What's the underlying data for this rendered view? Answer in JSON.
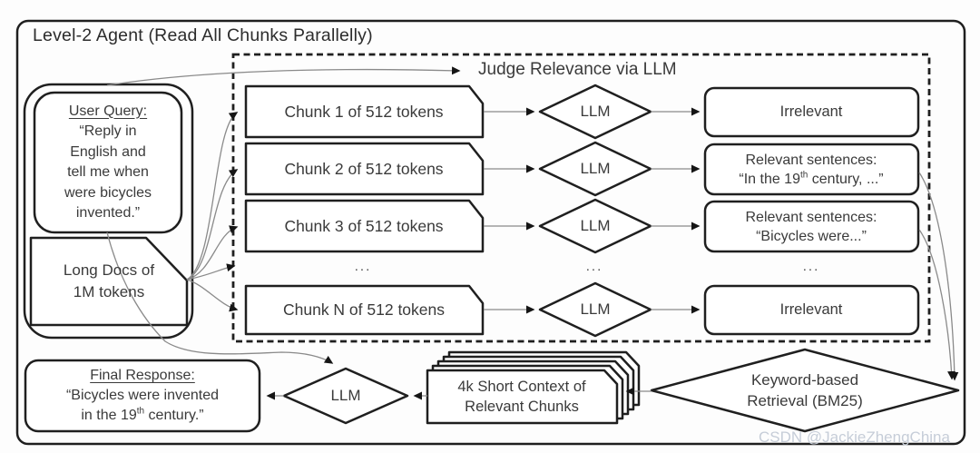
{
  "title": "Level-2 Agent (Read All Chunks Parallelly)",
  "user_query": {
    "heading": "User Query:",
    "line1": "“Reply in",
    "line2": "English and",
    "line3": "tell me when",
    "line4": "were bicycles",
    "line5": "invented.”"
  },
  "long_docs": {
    "line1": "Long Docs of",
    "line2": "1M tokens"
  },
  "judge_label": "Judge Relevance via LLM",
  "llm_label": "LLM",
  "ellipsis": "...",
  "chunks": {
    "c1": "Chunk 1 of 512 tokens",
    "c2": "Chunk 2 of 512 tokens",
    "c3": "Chunk 3 of 512 tokens",
    "cn": "Chunk N of 512 tokens"
  },
  "results": {
    "r1": "Irrelevant",
    "r2_line1": "Relevant sentences:",
    "r2_pre": "“In the 19",
    "r2_sup": "th",
    "r2_post": " century, ...”",
    "r3_line1": "Relevant sentences:",
    "r3_line2": "“Bicycles were...”",
    "rn": "Irrelevant"
  },
  "final_response": {
    "heading": "Final Response:",
    "line1": "“Bicycles were invented",
    "line2_pre": "in the 19",
    "line2_sup": "th",
    "line2_post": " century.”"
  },
  "context_stack": {
    "line1": "4k Short Context of",
    "line2": "Relevant Chunks"
  },
  "retrieval": {
    "line1": "Keyword-based",
    "line2": "Retrieval (BM25)"
  },
  "watermark": "CSDN @JackieZhengChina",
  "colors": {
    "stroke": "#1f1f1f",
    "arrow": "#8a8a8a",
    "text": "#3a3a3a",
    "watermark": "#c6cdd8"
  }
}
